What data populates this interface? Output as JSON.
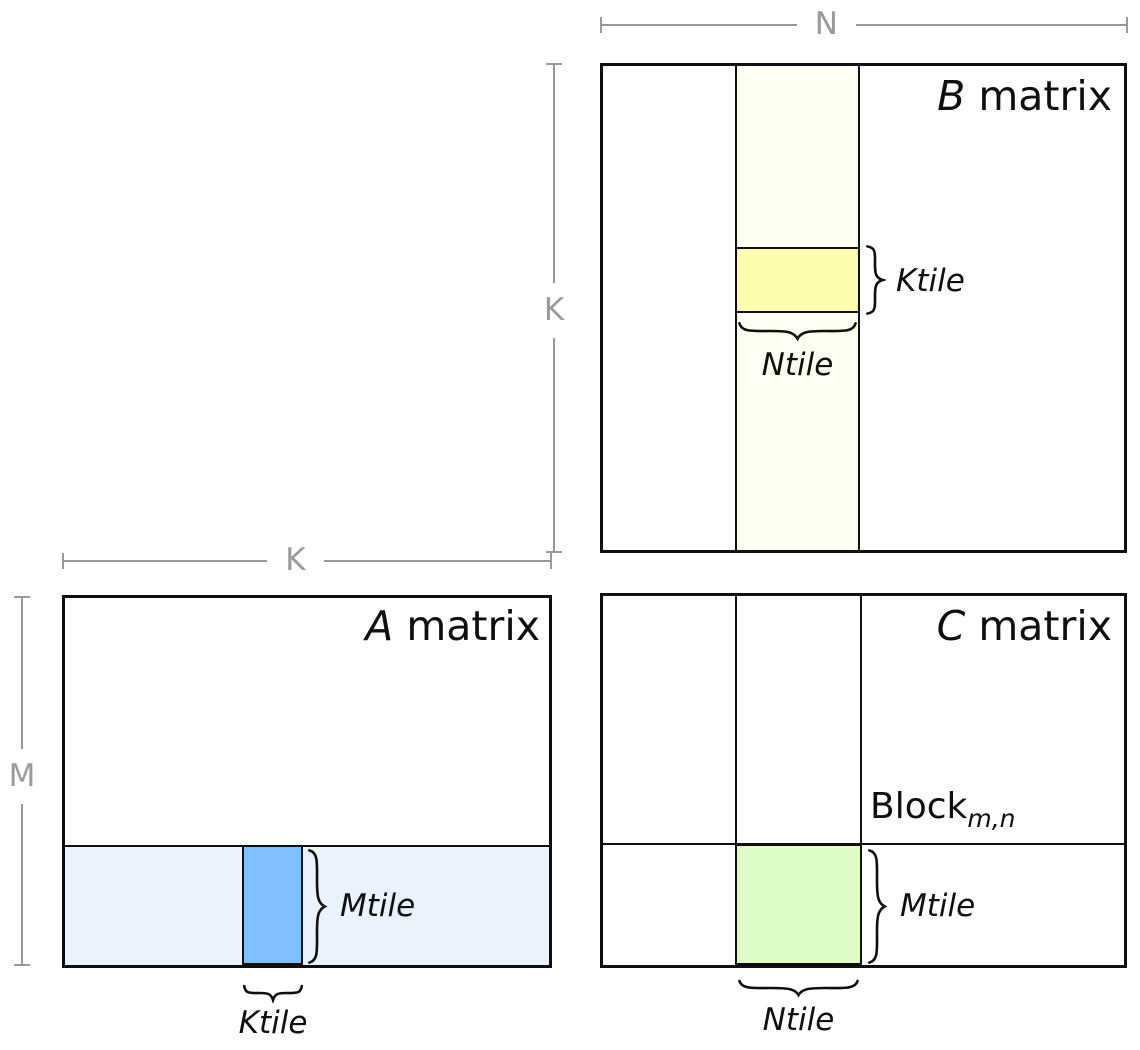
{
  "dimension_labels": {
    "n": "N",
    "k_vertical": "K",
    "k_horizontal": "K",
    "m": "M"
  },
  "b_matrix": {
    "letter": "B",
    "suffix": " matrix",
    "ktile": "Ktile",
    "ntile": "Ntile"
  },
  "a_matrix": {
    "letter": "A",
    "suffix": " matrix",
    "mtile": "Mtile",
    "ktile": "Ktile"
  },
  "c_matrix": {
    "letter": "C",
    "suffix": " matrix",
    "block": "Block",
    "block_sub": "m,n",
    "mtile": "Mtile",
    "ntile": "Ntile"
  },
  "colors": {
    "outline_black": "#0f0f0f",
    "dimension_gray": "#999999",
    "b_column_fill": "#FFFEF2",
    "b_tile_fill": "#FDFDAD",
    "a_strip_fill": "#E9F2FD",
    "a_tile_fill": "#80BFFF",
    "c_tile_fill": "#DEFBC6"
  }
}
